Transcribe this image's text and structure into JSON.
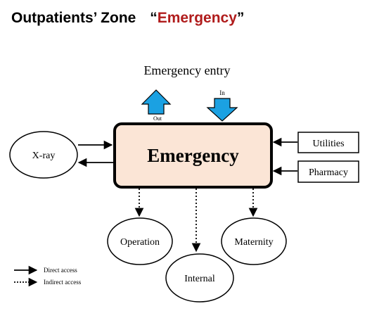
{
  "title": {
    "main": "Outpatients’ Zone",
    "open_quote": "“",
    "accent": "Emergency",
    "close_quote": "”"
  },
  "colors": {
    "accent": "#b01c1c",
    "center_fill": "#fbe5d6",
    "arrow_fill": "#1ba1e2",
    "stroke": "#000000"
  },
  "entry": {
    "label": "Emergency entry",
    "out_label": "Out",
    "in_label": "In"
  },
  "center": {
    "label": "Emergency"
  },
  "nodes": {
    "xray": "X-ray",
    "utilities": "Utilities",
    "pharmacy": "Pharmacy",
    "operation": "Operation",
    "internal": "Internal",
    "maternity": "Maternity"
  },
  "legend": {
    "direct": "Direct access",
    "indirect": "Indirect access"
  }
}
